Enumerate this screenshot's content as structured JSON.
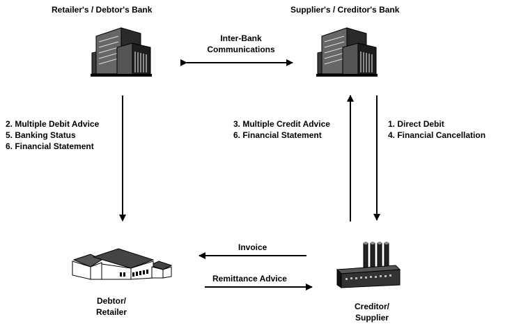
{
  "nodes": {
    "debtor_bank": {
      "label": "Retailer's / Debtor's Bank",
      "icon": "bank-building-icon"
    },
    "creditor_bank": {
      "label": "Supplier's / Creditor's Bank",
      "icon": "bank-building-icon"
    },
    "debtor": {
      "label_line1": "Debtor/",
      "label_line2": "Retailer",
      "icon": "house-icon"
    },
    "creditor": {
      "label_line1": "Creditor/",
      "label_line2": "Supplier",
      "icon": "factory-icon"
    }
  },
  "flows": {
    "interbank": {
      "line1": "Inter-Bank",
      "line2": "Communications"
    },
    "debtor_bank_to_debtor": [
      "2. Multiple Debit Advice",
      "5. Banking Status",
      "6. Financial Statement"
    ],
    "creditor_to_creditor_bank": [
      "3. Multiple Credit Advice",
      "6. Financial Statement"
    ],
    "creditor_bank_to_creditor": [
      "1. Direct Debit",
      "4. Financial Cancellation"
    ],
    "invoice": "Invoice",
    "remittance": "Remittance Advice"
  },
  "colors": {
    "ink": "#000000",
    "background": "#ffffff"
  }
}
